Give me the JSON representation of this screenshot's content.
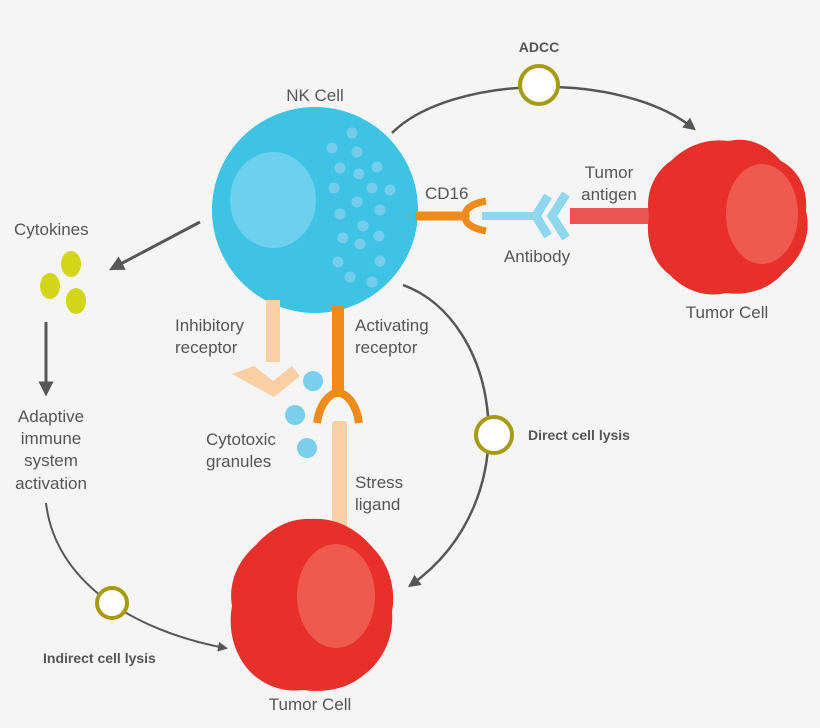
{
  "labels": {
    "adcc": "ADCC",
    "nk_cell": "NK Cell",
    "cd16": "CD16",
    "tumor_antigen_1": "Tumor",
    "tumor_antigen_2": "antigen",
    "antibody": "Antibody",
    "tumor_cell_right": "Tumor Cell",
    "cytokines": "Cytokines",
    "inhibitory_1": "Inhibitory",
    "inhibitory_2": "receptor",
    "activating_1": "Activating",
    "activating_2": "receptor",
    "adaptive_1": "Adaptive",
    "adaptive_2": "immune",
    "adaptive_3": "system",
    "adaptive_4": "activation",
    "cytotoxic_1": "Cytotoxic",
    "cytotoxic_2": "granules",
    "stress_1": "Stress",
    "stress_2": "ligand",
    "direct_lysis": "Direct cell lysis",
    "indirect_lysis": "Indirect cell lysis",
    "tumor_cell_bottom": "Tumor Cell"
  },
  "colors": {
    "nk_cell": "#3fc3e4",
    "nk_nucleus": "#6dd0ec",
    "tumor": "#e8302a",
    "tumor_nucleus": "#ef5a4e",
    "orange": "#ef8b1a",
    "peach": "#f9cfa3",
    "antibody": "#8fd6ee",
    "antigen": "#ec5452",
    "cytokine": "#d4d61c",
    "granule": "#7ad0ec",
    "ring": "#a69b14",
    "arrow": "#575757"
  }
}
